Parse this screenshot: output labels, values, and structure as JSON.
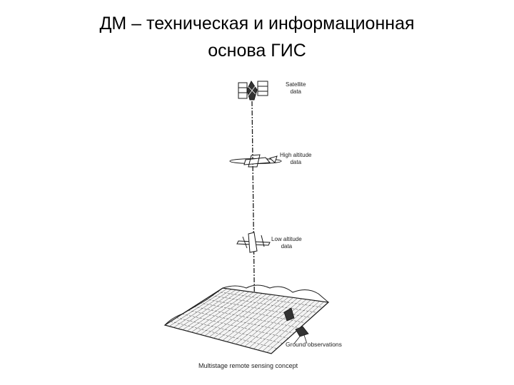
{
  "slide": {
    "title_line1": "ДМ – техническая и информационная",
    "title_line2": "основа ГИС"
  },
  "diagram": {
    "satellite_label_1": "Satellite",
    "satellite_label_2": "data",
    "high_label_1": "High altitude",
    "high_label_2": "data",
    "low_label_1": "Low altitude",
    "low_label_2": "data",
    "ground_label": "Ground observations",
    "caption": "Multistage remote sensing concept"
  },
  "colors": {
    "ink": "#1a1a1a",
    "background": "#ffffff"
  }
}
